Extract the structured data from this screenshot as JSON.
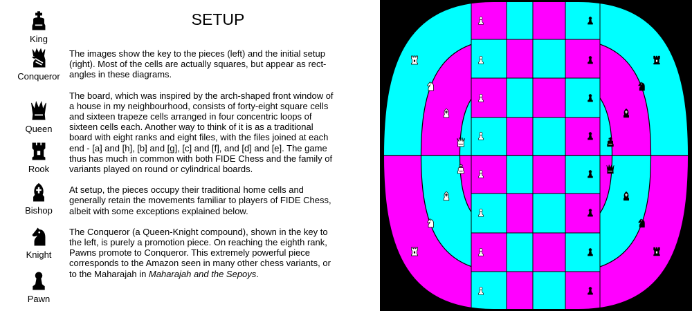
{
  "title": "SETUP",
  "key": [
    {
      "name": "King",
      "icon": "king-icon"
    },
    {
      "name": "Conqueror",
      "icon": "conqueror-icon"
    },
    {
      "name": "Queen",
      "icon": "queen-icon"
    },
    {
      "name": "Rook",
      "icon": "rook-icon"
    },
    {
      "name": "Bishop",
      "icon": "bishop-icon"
    },
    {
      "name": "Knight",
      "icon": "knight-icon"
    },
    {
      "name": "Pawn",
      "icon": "pawn-icon"
    }
  ],
  "paragraphs": [
    {
      "lines": [
        "The images show the key to the pieces (left) and the initial setup",
        "(right).  Most of the cells are actually squares, but appear as rect-",
        "angles in these diagrams."
      ]
    },
    {
      "lines": [
        "The board, which was inspired by the arch-shaped front window of",
        "a house in my neighbourhood, consists of forty-eight square cells",
        "and sixteen trapeze cells arranged in four concentric loops of",
        "sixteen cells each.  Another way to think of it is as a traditional",
        "board with eight ranks and eight files, with the files joined at each",
        "end - [a] and [h], [b] and [g], [c] and [f], and [d] and [e].  The game",
        "thus has much in common with both FIDE Chess and the family of",
        "variants played on round or cylindrical boards."
      ]
    },
    {
      "lines": [
        "At setup, the pieces occupy their traditional home cells and",
        "generally retain the movements familiar to players of FIDE Chess,",
        "albeit with some exceptions explained below."
      ]
    },
    {
      "lines": [
        "The Conqueror (a Queen-Knight compound), shown in the key to",
        "the left, is purely a promotion piece.  On reaching the eighth rank,",
        "Pawns promote to Conqueror.  This extremely powerful piece",
        "corresponds to the Amazon seen in many other chess variants, or"
      ],
      "last_prefix": "to the Maharajah in ",
      "last_italic": "Maharajah and the Sepoys",
      "last_suffix": "."
    }
  ],
  "board": {
    "colors": {
      "cyan": "#00ffff",
      "magenta": "#ff00ff",
      "border": "#000000",
      "panel": "#000000"
    },
    "white_side": "left",
    "black_side": "right",
    "pieces_white": [
      {
        "piece": "pawn",
        "icon": "pawn-icon"
      },
      {
        "piece": "rook",
        "icon": "rook-icon"
      },
      {
        "piece": "knight",
        "icon": "knight-icon"
      },
      {
        "piece": "bishop",
        "icon": "bishop-icon"
      },
      {
        "piece": "queen",
        "icon": "queen-icon"
      },
      {
        "piece": "king",
        "icon": "king-icon"
      }
    ],
    "pieces_black": [
      {
        "piece": "pawn",
        "icon": "pawn-icon"
      },
      {
        "piece": "rook",
        "icon": "rook-icon"
      },
      {
        "piece": "knight",
        "icon": "knight-icon"
      },
      {
        "piece": "bishop",
        "icon": "bishop-icon"
      },
      {
        "piece": "king",
        "icon": "king-icon"
      },
      {
        "piece": "queen",
        "icon": "queen-icon"
      }
    ]
  }
}
